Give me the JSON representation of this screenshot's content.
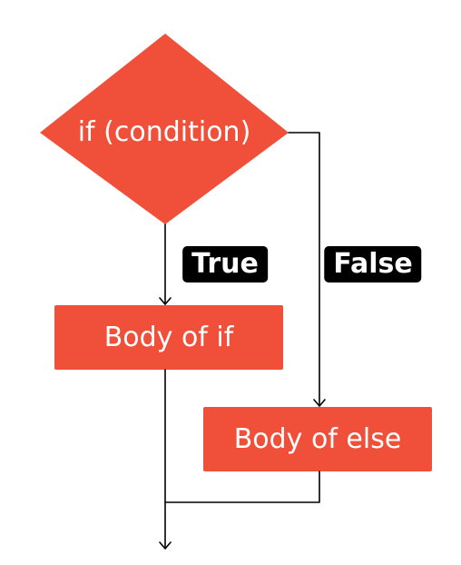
{
  "diagram": {
    "decision": {
      "label": "if (condition)"
    },
    "branches": {
      "true_label": "True",
      "false_label": "False"
    },
    "process_if": {
      "label": "Body of if"
    },
    "process_else": {
      "label": "Body of else"
    }
  },
  "colors": {
    "node_fill": "#f0503a",
    "line": "#000000",
    "tag_bg": "#000000",
    "text": "#ffffff"
  }
}
